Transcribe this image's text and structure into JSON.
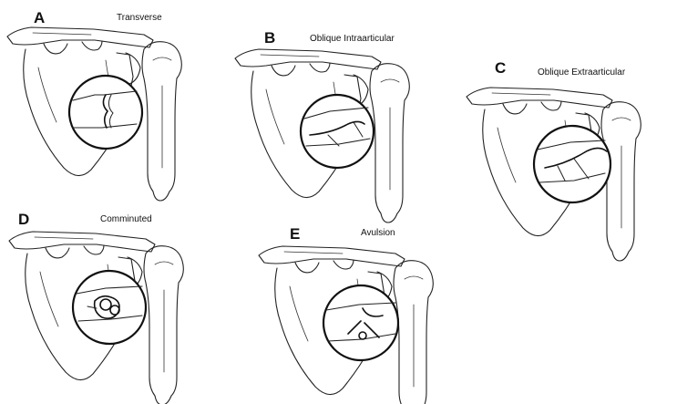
{
  "panels": [
    {
      "letter": "A",
      "caption": "Transverse"
    },
    {
      "letter": "B",
      "caption": "Oblique Intraarticular"
    },
    {
      "letter": "C",
      "caption": "Oblique Extraarticular"
    },
    {
      "letter": "D",
      "caption": "Comminuted"
    },
    {
      "letter": "E",
      "caption": "Avulsion"
    }
  ]
}
